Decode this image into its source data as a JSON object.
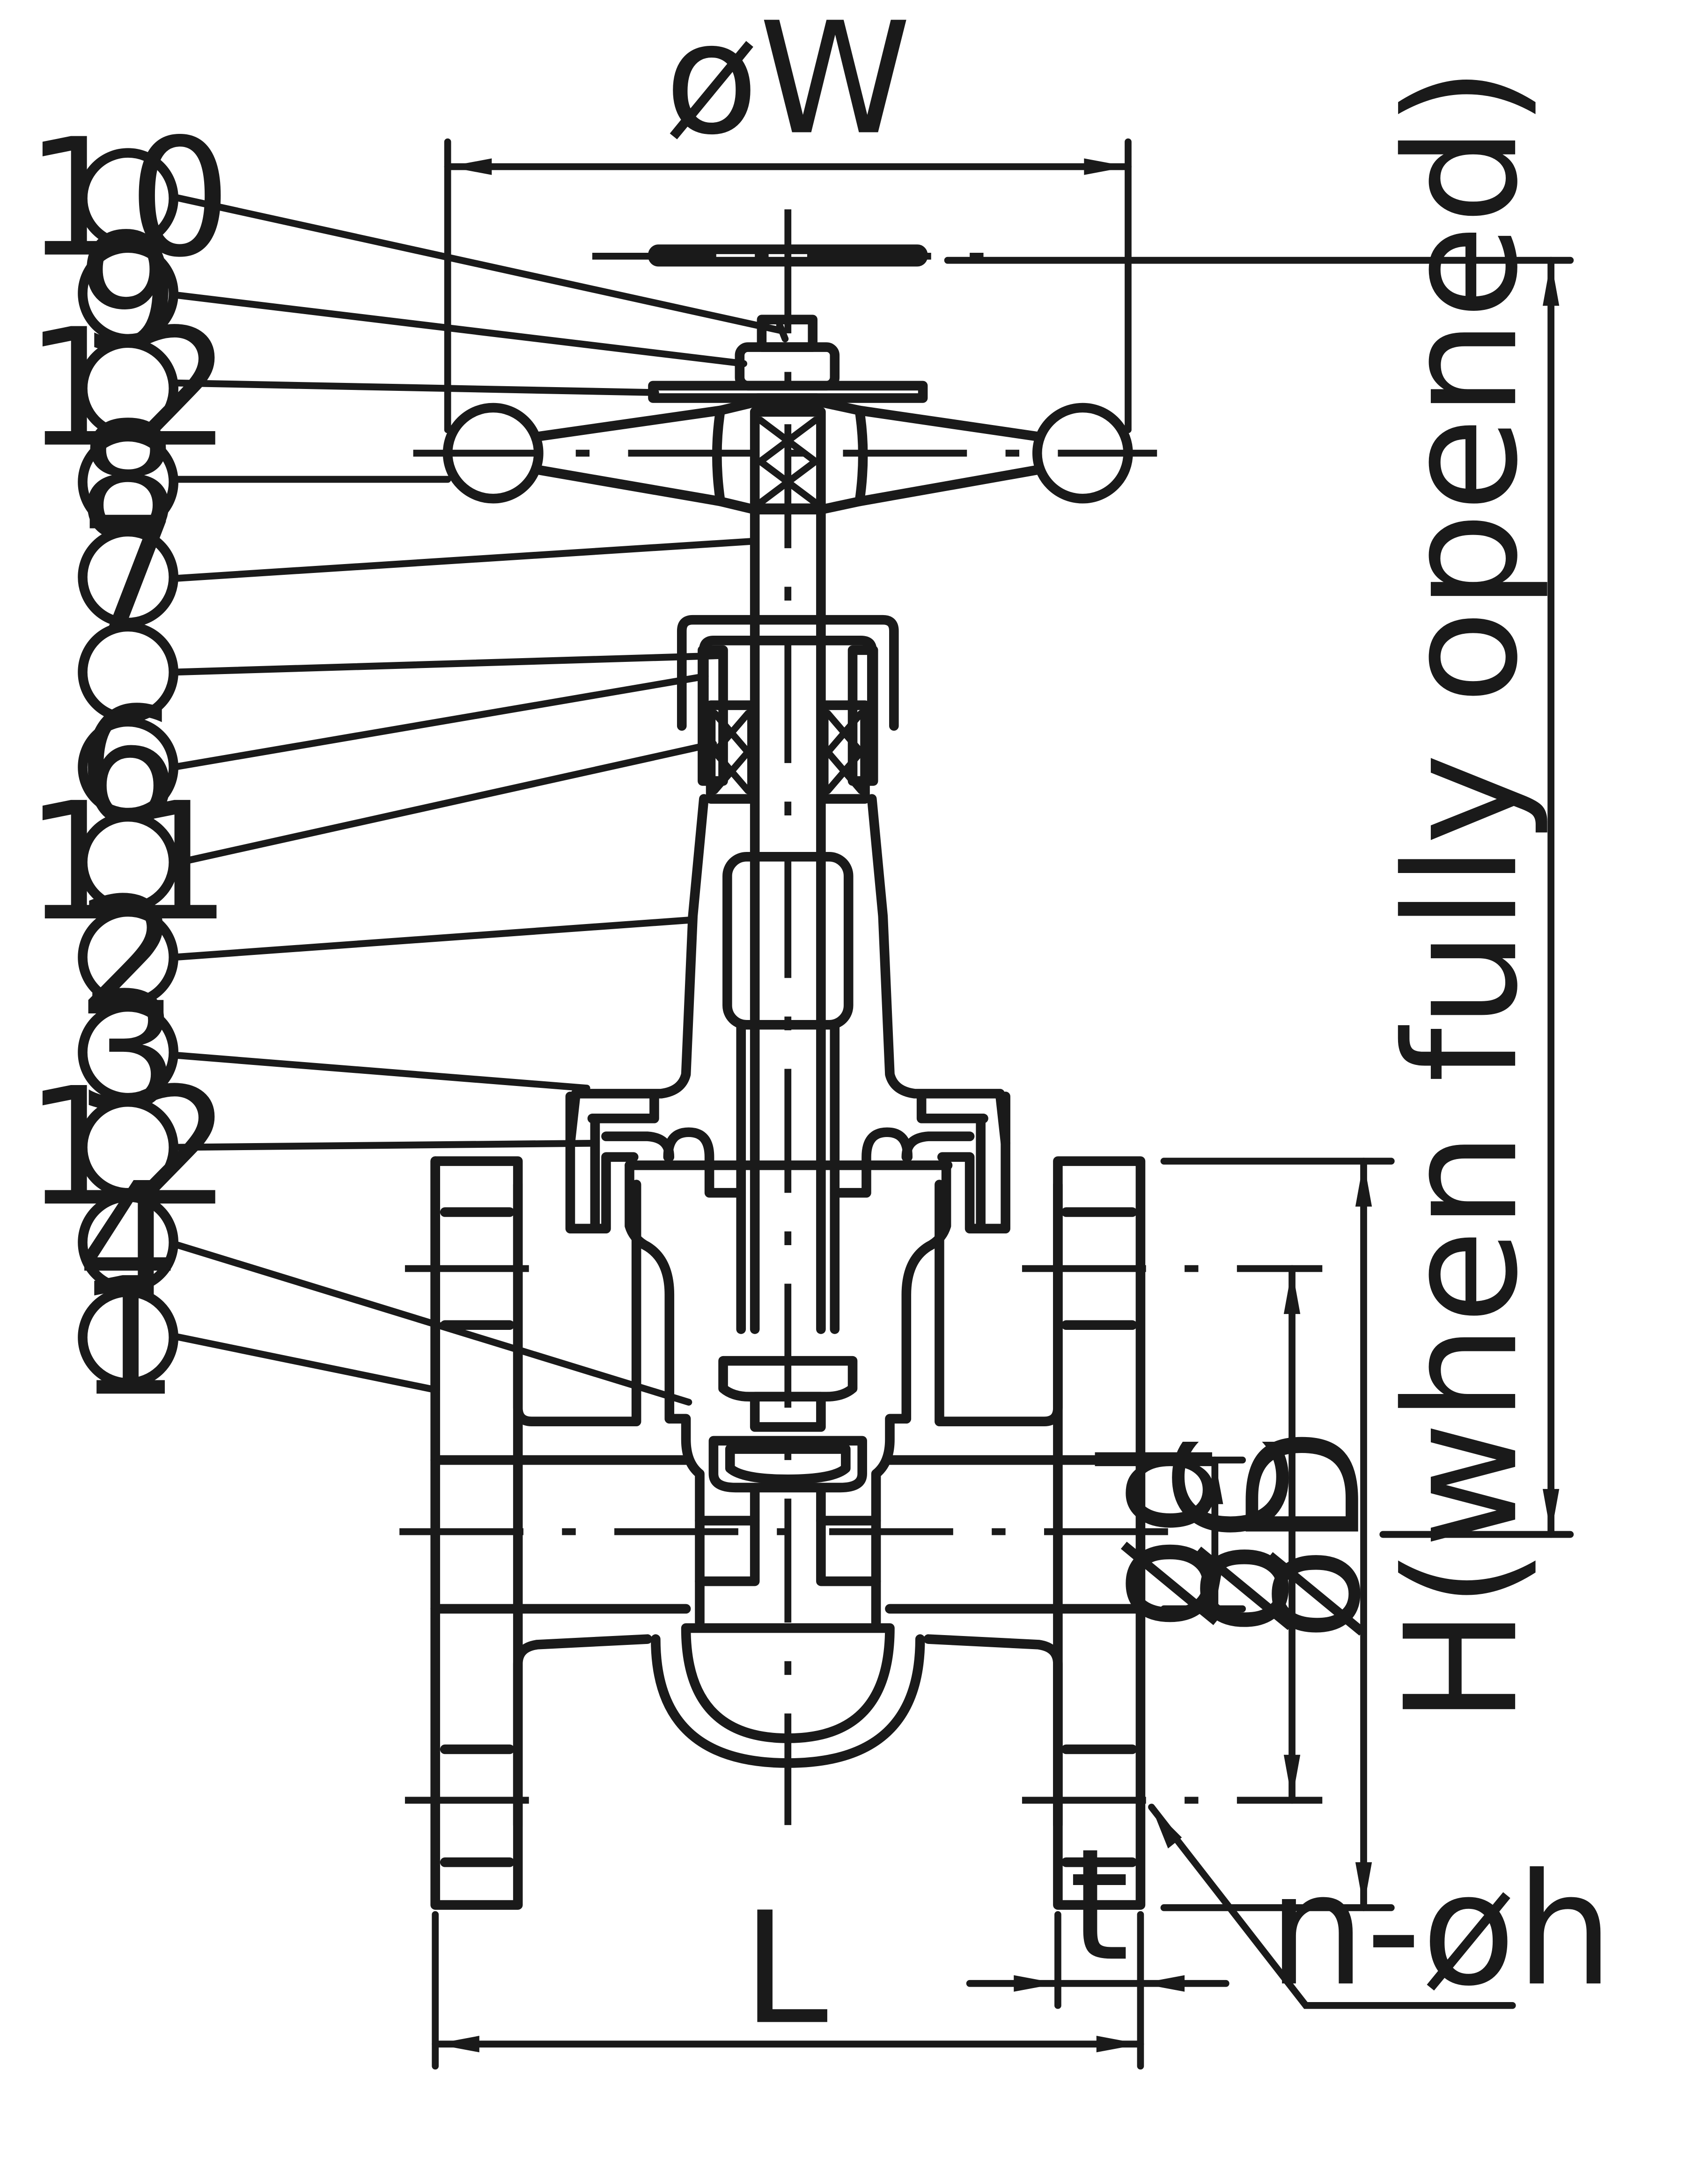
{
  "callouts": [
    {
      "label": "10"
    },
    {
      "label": "9"
    },
    {
      "label": "12"
    },
    {
      "label": "8"
    },
    {
      "label": "7"
    },
    {
      "label": ""
    },
    {
      "label": "6"
    },
    {
      "label": "11"
    },
    {
      "label": "2"
    },
    {
      "label": "3"
    },
    {
      "label": "12"
    },
    {
      "label": "4"
    },
    {
      "label": "1"
    }
  ],
  "dimensions": {
    "handwheel_diameter": "øW",
    "height": "H(when fully opened)",
    "bore_diameter": "ød",
    "bolt_circle": "øC",
    "flange_diameter": "øD",
    "flange_thickness": "t",
    "length": "L",
    "bolt_holes": "n-øh"
  }
}
